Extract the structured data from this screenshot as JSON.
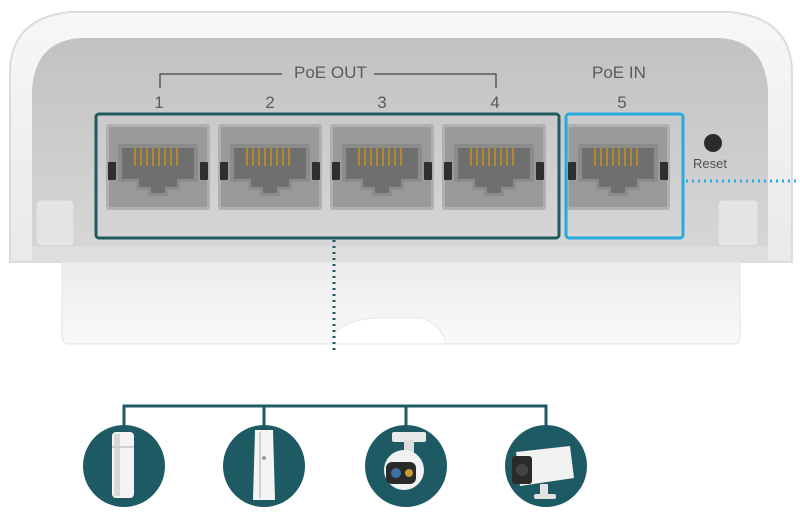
{
  "device": {
    "poe_out_label": "PoE OUT",
    "poe_in_label": "PoE IN",
    "reset_label": "Reset",
    "ports": [
      {
        "number": "1",
        "group": "out"
      },
      {
        "number": "2",
        "group": "out"
      },
      {
        "number": "3",
        "group": "out"
      },
      {
        "number": "4",
        "group": "out"
      },
      {
        "number": "5",
        "group": "in"
      }
    ]
  },
  "colors": {
    "out_highlight": "#1d5a63",
    "in_highlight": "#29a9e1",
    "device_body": "#f3f3f3",
    "panel": "#cfcfcf",
    "icon_circle": "#1d5a63"
  },
  "connected_devices": [
    {
      "icon": "ceiling-access-point-icon"
    },
    {
      "icon": "outdoor-access-point-icon"
    },
    {
      "icon": "pan-tilt-camera-icon"
    },
    {
      "icon": "bullet-camera-icon"
    }
  ]
}
